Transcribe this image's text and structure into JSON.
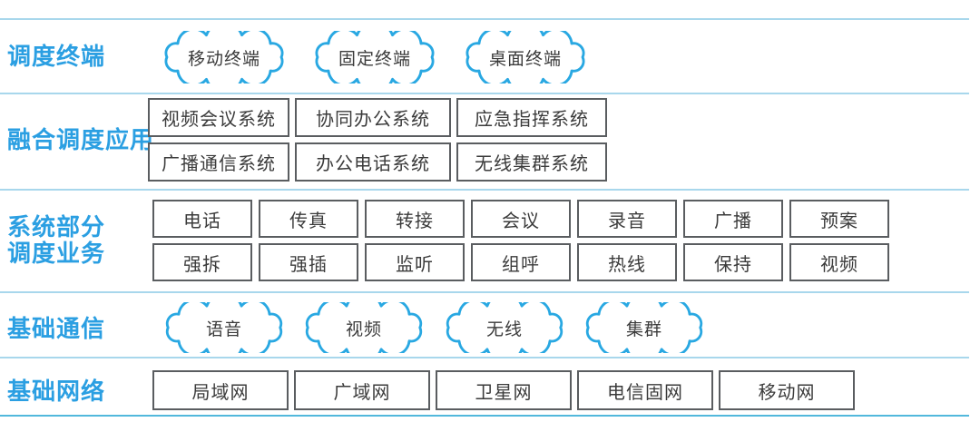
{
  "layers": {
    "terminals": {
      "label": "调度终端",
      "clouds": [
        "移动终端",
        "固定终端",
        "桌面终端"
      ]
    },
    "applications": {
      "label": "融合调度应用",
      "boxes_row1": [
        "视频会议系统",
        "协同办公系统",
        "应急指挥系统"
      ],
      "boxes_row2": [
        "广播通信系统",
        "办公电话系统",
        "无线集群系统"
      ]
    },
    "services": {
      "label_line1": "系统部分",
      "label_line2": "调度业务",
      "boxes_row1": [
        "电话",
        "传真",
        "转接",
        "会议",
        "录音",
        "广播",
        "预案"
      ],
      "boxes_row2": [
        "强拆",
        "强插",
        "监听",
        "组呼",
        "热线",
        "保持",
        "视频"
      ]
    },
    "communications": {
      "label": "基础通信",
      "clouds": [
        "语音",
        "视频",
        "无线",
        "集群"
      ]
    },
    "networks": {
      "label": "基础网络",
      "boxes": [
        "局域网",
        "广域网",
        "卫星网",
        "电信固网",
        "移动网"
      ]
    }
  },
  "colors": {
    "label_blue": "#2b9fe2",
    "cloud_stroke": "#29a8e2",
    "divider_light": "#a8d7ec",
    "divider_bottom": "#52b8dc",
    "box_border": "#5a5d60",
    "text_dark": "#3b3b3b"
  }
}
